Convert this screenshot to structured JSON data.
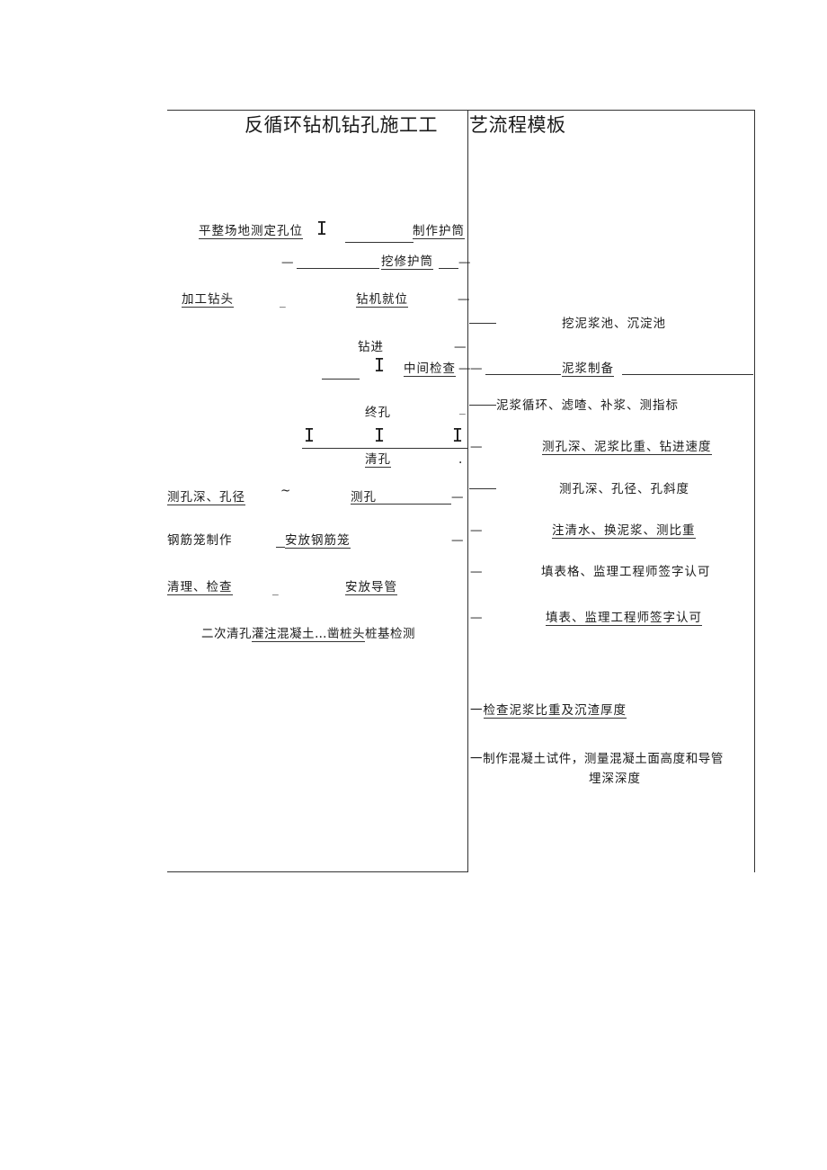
{
  "document": {
    "title_left": "反循环钻机钻孔施工工",
    "title_right": "艺流程模板"
  },
  "left_flow": {
    "pingzheng": "平整场地测定孔位",
    "zhizuo_hutong": "制作护筒",
    "wawa_hutong": "挖修护筒",
    "jiagong_zuantou": "加工钻头",
    "zuanji_jiuwei": "钻机就位",
    "zuanjin": "钻进",
    "zhongjian_jiancha": "中间检查",
    "zhongkong": "终孔",
    "qingkong": "清孔",
    "cekong_shen_jing": "测孔深、孔径",
    "cekong": "测孔",
    "gangjinlong_zhizuo": "钢筋笼制作",
    "anfang_gangjinlong": "安放钢筋笼",
    "qingli_jiancha": "清理、检查",
    "anfang_daoguan": "安放导管",
    "last_pre": "二次清孔",
    "last_mid1": "灌注混凝土",
    "last_mid2": "…凿桩头",
    "last_post": "桩基检测"
  },
  "right_notes": {
    "wa_nijiangchi": "挖泥浆池、沉淀池",
    "nijiang_zhibei": "泥浆制备",
    "nijiang_xunhuan": "泥浆循环、滤喳、补浆、测指标",
    "cekong_nijiang_sudu": "测孔深、泥浆比重、钻进速度",
    "cekong_kongjing_xiedu": "测孔深、孔径、孔斜度",
    "zhuqingshui": "注清水、换泥浆、测比重",
    "tianbiaoge": "填表格、监理工程师签字认可",
    "tianbiao": "填表、监理工程师签字认可",
    "jiancha_nijiang_prefix": "一",
    "jiancha_nijiang": "检查泥浆比重及沉渣厚度",
    "zhizuo_shijian_line1": "一制作混凝土试件，测量混凝土面高度和导管",
    "zhizuo_shijian_line2": "埋深深度"
  },
  "connectors": {
    "dash": "—",
    "dash_long": "——",
    "underscore": "_",
    "tilde": "~",
    "ibeam": "I",
    "dot": "."
  }
}
